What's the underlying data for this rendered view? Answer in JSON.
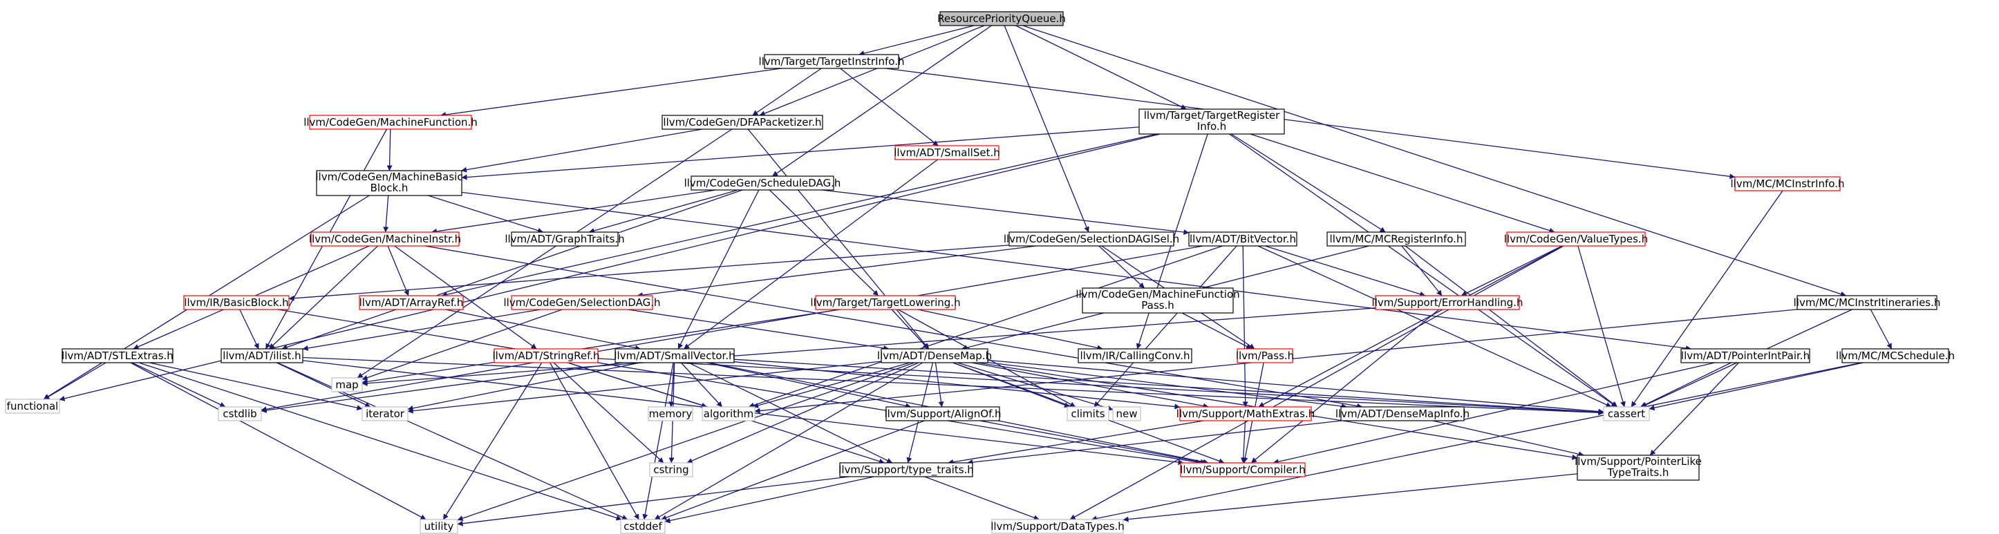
{
  "colors": {
    "edge": "#191970",
    "border_black": "#000000",
    "border_red": "#ff0000",
    "border_gray": "#bfbfbf",
    "root_fill": "#bfbfbf",
    "node_fill": "#ffffff"
  },
  "graph": {
    "nodes": [
      {
        "id": "root",
        "lines": [
          "ResourcePriorityQueue.h"
        ],
        "style": "root"
      },
      {
        "id": "tii",
        "lines": [
          "llvm/Target/TargetInstrInfo.h"
        ],
        "style": "black"
      },
      {
        "id": "mf",
        "lines": [
          "llvm/CodeGen/MachineFunction.h"
        ],
        "style": "red"
      },
      {
        "id": "dfa",
        "lines": [
          "llvm/CodeGen/DFAPacketizer.h"
        ],
        "style": "black"
      },
      {
        "id": "tri",
        "lines": [
          "llvm/Target/TargetRegister",
          "Info.h"
        ],
        "style": "black"
      },
      {
        "id": "smallset",
        "lines": [
          "llvm/ADT/SmallSet.h"
        ],
        "style": "red"
      },
      {
        "id": "mcii",
        "lines": [
          "llvm/MC/MCInstrInfo.h"
        ],
        "style": "red"
      },
      {
        "id": "mbb",
        "lines": [
          "llvm/CodeGen/MachineBasic",
          "Block.h"
        ],
        "style": "black"
      },
      {
        "id": "sdag",
        "lines": [
          "llvm/CodeGen/ScheduleDAG.h"
        ],
        "style": "black"
      },
      {
        "id": "mi",
        "lines": [
          "llvm/CodeGen/MachineInstr.h"
        ],
        "style": "red"
      },
      {
        "id": "graphtraits",
        "lines": [
          "llvm/ADT/GraphTraits.h"
        ],
        "style": "black"
      },
      {
        "id": "bitvector",
        "lines": [
          "llvm/ADT/BitVector.h"
        ],
        "style": "black"
      },
      {
        "id": "sdagisel",
        "lines": [
          "llvm/CodeGen/SelectionDAGISel.h"
        ],
        "style": "black"
      },
      {
        "id": "mcri",
        "lines": [
          "llvm/MC/MCRegisterInfo.h"
        ],
        "style": "black"
      },
      {
        "id": "vt",
        "lines": [
          "llvm/CodeGen/ValueTypes.h"
        ],
        "style": "red"
      },
      {
        "id": "bb",
        "lines": [
          "llvm/IR/BasicBlock.h"
        ],
        "style": "red"
      },
      {
        "id": "arrayref",
        "lines": [
          "llvm/ADT/ArrayRef.h"
        ],
        "style": "red"
      },
      {
        "id": "seldag",
        "lines": [
          "llvm/CodeGen/SelectionDAG.h"
        ],
        "style": "red"
      },
      {
        "id": "tl",
        "lines": [
          "llvm/Target/TargetLowering.h"
        ],
        "style": "red"
      },
      {
        "id": "mfpass",
        "lines": [
          "llvm/CodeGen/MachineFunction",
          "Pass.h"
        ],
        "style": "black"
      },
      {
        "id": "errh",
        "lines": [
          "llvm/Support/ErrorHandling.h"
        ],
        "style": "red"
      },
      {
        "id": "mciti",
        "lines": [
          "llvm/MC/MCInstrItineraries.h"
        ],
        "style": "black"
      },
      {
        "id": "stlextras",
        "lines": [
          "llvm/ADT/STLExtras.h"
        ],
        "style": "black"
      },
      {
        "id": "ilist",
        "lines": [
          "llvm/ADT/ilist.h"
        ],
        "style": "black"
      },
      {
        "id": "map",
        "lines": [
          "map"
        ],
        "style": "gray"
      },
      {
        "id": "stringref",
        "lines": [
          "llvm/ADT/StringRef.h"
        ],
        "style": "red"
      },
      {
        "id": "smallvector",
        "lines": [
          "llvm/ADT/SmallVector.h"
        ],
        "style": "black"
      },
      {
        "id": "densemap",
        "lines": [
          "llvm/ADT/DenseMap.h"
        ],
        "style": "black"
      },
      {
        "id": "callingconv",
        "lines": [
          "llvm/IR/CallingConv.h"
        ],
        "style": "black"
      },
      {
        "id": "pass",
        "lines": [
          "llvm/Pass.h"
        ],
        "style": "red"
      },
      {
        "id": "pip",
        "lines": [
          "llvm/ADT/PointerIntPair.h"
        ],
        "style": "black"
      },
      {
        "id": "mcsched",
        "lines": [
          "llvm/MC/MCSchedule.h"
        ],
        "style": "black"
      },
      {
        "id": "functional",
        "lines": [
          "functional"
        ],
        "style": "gray"
      },
      {
        "id": "cstdlib",
        "lines": [
          "cstdlib"
        ],
        "style": "gray"
      },
      {
        "id": "iterator",
        "lines": [
          "iterator"
        ],
        "style": "gray"
      },
      {
        "id": "memory",
        "lines": [
          "memory"
        ],
        "style": "gray"
      },
      {
        "id": "algorithm",
        "lines": [
          "algorithm"
        ],
        "style": "gray"
      },
      {
        "id": "alignof",
        "lines": [
          "llvm/Support/AlignOf.h"
        ],
        "style": "black"
      },
      {
        "id": "climits",
        "lines": [
          "climits"
        ],
        "style": "gray"
      },
      {
        "id": "new",
        "lines": [
          "new"
        ],
        "style": "gray"
      },
      {
        "id": "mathextras",
        "lines": [
          "llvm/Support/MathExtras.h"
        ],
        "style": "red"
      },
      {
        "id": "densemapinfo",
        "lines": [
          "llvm/ADT/DenseMapInfo.h"
        ],
        "style": "black"
      },
      {
        "id": "cassert",
        "lines": [
          "cassert"
        ],
        "style": "gray"
      },
      {
        "id": "cstring",
        "lines": [
          "cstring"
        ],
        "style": "gray"
      },
      {
        "id": "typetraits",
        "lines": [
          "llvm/Support/type_traits.h"
        ],
        "style": "black"
      },
      {
        "id": "compiler",
        "lines": [
          "llvm/Support/Compiler.h"
        ],
        "style": "red"
      },
      {
        "id": "plt",
        "lines": [
          "llvm/Support/PointerLike",
          "TypeTraits.h"
        ],
        "style": "black"
      },
      {
        "id": "utility",
        "lines": [
          "utility"
        ],
        "style": "gray"
      },
      {
        "id": "cstddef",
        "lines": [
          "cstddef"
        ],
        "style": "gray"
      },
      {
        "id": "datatypes",
        "lines": [
          "llvm/Support/DataTypes.h"
        ],
        "style": "gray"
      }
    ],
    "edges": [
      [
        "root",
        "tii"
      ],
      [
        "root",
        "dfa"
      ],
      [
        "root",
        "tri"
      ],
      [
        "root",
        "sdag"
      ],
      [
        "root",
        "sdagisel"
      ],
      [
        "root",
        "mciti"
      ],
      [
        "tii",
        "mf"
      ],
      [
        "tii",
        "dfa"
      ],
      [
        "tii",
        "smallset"
      ],
      [
        "tii",
        "mcii"
      ],
      [
        "mf",
        "mbb"
      ],
      [
        "mf",
        "ilist"
      ],
      [
        "dfa",
        "mbb"
      ],
      [
        "dfa",
        "map"
      ],
      [
        "dfa",
        "densemap"
      ],
      [
        "tri",
        "mbb"
      ],
      [
        "tri",
        "functional"
      ],
      [
        "tri",
        "arrayref"
      ],
      [
        "tri",
        "mcri"
      ],
      [
        "tri",
        "vt"
      ],
      [
        "tri",
        "cassert"
      ],
      [
        "tri",
        "callingconv"
      ],
      [
        "smallset",
        "smallvector"
      ],
      [
        "mcii",
        "cassert"
      ],
      [
        "mbb",
        "mi"
      ],
      [
        "mbb",
        "graphtraits"
      ],
      [
        "mbb",
        "functional"
      ],
      [
        "mbb",
        "pip"
      ],
      [
        "sdag",
        "mi"
      ],
      [
        "sdag",
        "graphtraits"
      ],
      [
        "sdag",
        "bitvector"
      ],
      [
        "sdag",
        "tl"
      ],
      [
        "sdag",
        "smallvector"
      ],
      [
        "sdag",
        "ilist"
      ],
      [
        "mi",
        "stlextras"
      ],
      [
        "mi",
        "arrayref"
      ],
      [
        "mi",
        "ilist"
      ],
      [
        "mi",
        "stringref"
      ],
      [
        "mi",
        "densemapinfo"
      ],
      [
        "bitvector",
        "errh"
      ],
      [
        "bitvector",
        "mathextras"
      ],
      [
        "bitvector",
        "algorithm"
      ],
      [
        "bitvector",
        "cassert"
      ],
      [
        "bitvector",
        "climits"
      ],
      [
        "bitvector",
        "cstdlib"
      ],
      [
        "sdagisel",
        "seldag"
      ],
      [
        "sdagisel",
        "mfpass"
      ],
      [
        "sdagisel",
        "pass"
      ],
      [
        "sdagisel",
        "bb"
      ],
      [
        "mcri",
        "errh"
      ],
      [
        "mcri",
        "densemap"
      ],
      [
        "mcri",
        "cassert"
      ],
      [
        "vt",
        "errh"
      ],
      [
        "vt",
        "mathextras"
      ],
      [
        "vt",
        "cassert"
      ],
      [
        "vt",
        "datatypes"
      ],
      [
        "bb",
        "ilist"
      ],
      [
        "bb",
        "compiler"
      ],
      [
        "arrayref",
        "smallvector"
      ],
      [
        "seldag",
        "ilist"
      ],
      [
        "seldag",
        "map"
      ],
      [
        "seldag",
        "densemap"
      ],
      [
        "tl",
        "callingconv"
      ],
      [
        "tl",
        "densemap"
      ],
      [
        "tl",
        "map"
      ],
      [
        "tl",
        "climits"
      ],
      [
        "mfpass",
        "pass"
      ],
      [
        "errh",
        "compiler"
      ],
      [
        "errh",
        "map"
      ],
      [
        "mciti",
        "mcsched"
      ],
      [
        "mciti",
        "algorithm"
      ],
      [
        "mciti",
        "cassert"
      ],
      [
        "stlextras",
        "functional"
      ],
      [
        "stlextras",
        "cstddef"
      ],
      [
        "stlextras",
        "cstdlib"
      ],
      [
        "stlextras",
        "iterator"
      ],
      [
        "stlextras",
        "utility"
      ],
      [
        "ilist",
        "iterator"
      ],
      [
        "ilist",
        "cassert"
      ],
      [
        "ilist",
        "cstddef"
      ],
      [
        "ilist",
        "compiler"
      ],
      [
        "stringref",
        "algorithm"
      ],
      [
        "stringref",
        "cassert"
      ],
      [
        "stringref",
        "cstring"
      ],
      [
        "stringref",
        "utility"
      ],
      [
        "stringref",
        "typetraits"
      ],
      [
        "stringref",
        "cstddef"
      ],
      [
        "smallvector",
        "alignof"
      ],
      [
        "smallvector",
        "mathextras"
      ],
      [
        "smallvector",
        "algorithm"
      ],
      [
        "smallvector",
        "cassert"
      ],
      [
        "smallvector",
        "cstddef"
      ],
      [
        "smallvector",
        "cstdlib"
      ],
      [
        "smallvector",
        "cstring"
      ],
      [
        "smallvector",
        "iterator"
      ],
      [
        "smallvector",
        "memory"
      ],
      [
        "smallvector",
        "typetraits"
      ],
      [
        "smallvector",
        "compiler"
      ],
      [
        "densemap",
        "alignof"
      ],
      [
        "densemap",
        "mathextras"
      ],
      [
        "densemap",
        "densemapinfo"
      ],
      [
        "densemap",
        "typetraits"
      ],
      [
        "densemap",
        "algorithm"
      ],
      [
        "densemap",
        "cassert"
      ],
      [
        "densemap",
        "climits"
      ],
      [
        "densemap",
        "cstddef"
      ],
      [
        "densemap",
        "cstring"
      ],
      [
        "densemap",
        "iterator"
      ],
      [
        "densemap",
        "new"
      ],
      [
        "densemap",
        "utility"
      ],
      [
        "densemap",
        "plt"
      ],
      [
        "densemap",
        "compiler"
      ],
      [
        "pass",
        "compiler"
      ],
      [
        "pip",
        "cassert"
      ],
      [
        "pip",
        "compiler"
      ],
      [
        "pip",
        "plt"
      ],
      [
        "mcsched",
        "cassert"
      ],
      [
        "mcsched",
        "datatypes"
      ],
      [
        "alignof",
        "compiler"
      ],
      [
        "alignof",
        "cstddef"
      ],
      [
        "mathextras",
        "compiler"
      ],
      [
        "mathextras",
        "typetraits"
      ],
      [
        "densemapinfo",
        "plt"
      ],
      [
        "densemapinfo",
        "typetraits"
      ],
      [
        "typetraits",
        "utility"
      ],
      [
        "typetraits",
        "cstddef"
      ],
      [
        "typetraits",
        "datatypes"
      ],
      [
        "plt",
        "datatypes"
      ]
    ]
  }
}
